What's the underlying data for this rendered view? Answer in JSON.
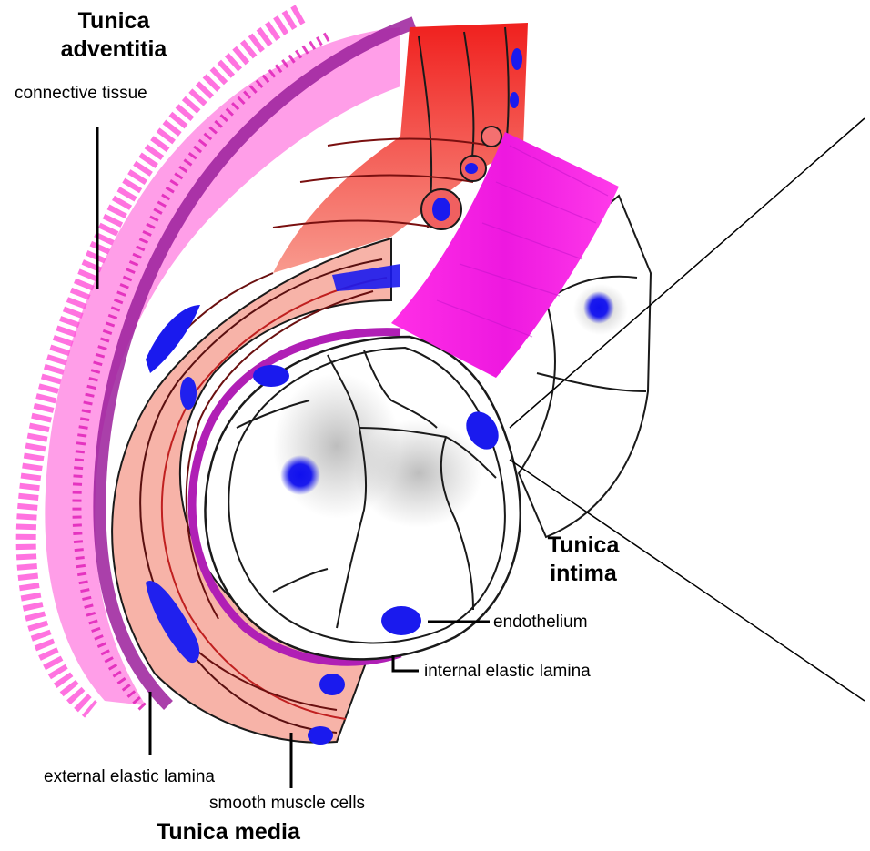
{
  "labels": {
    "tunica_adventitia_line1": "Tunica",
    "tunica_adventitia_line2": "adventitia",
    "connective_tissue": "connective tissue",
    "tunica_intima_line1": "Tunica",
    "tunica_intima_line2": "intima",
    "endothelium": "endothelium",
    "internal_elastic_lamina": "internal elastic lamina",
    "external_elastic_lamina": "external elastic lamina",
    "smooth_muscle_cells": "smooth muscle cells",
    "tunica_media": "Tunica media"
  },
  "colors": {
    "adventitia": "#ff3fd0",
    "adventitia_dark": "#9b1f9b",
    "media_fill": "#f7b3a8",
    "media_red": "#e8161a",
    "elastic_lamina": "#b01fb5",
    "endothelium_band": "#f01ff0",
    "nucleus": "#1010ee",
    "outline": "#1a1a1a"
  }
}
